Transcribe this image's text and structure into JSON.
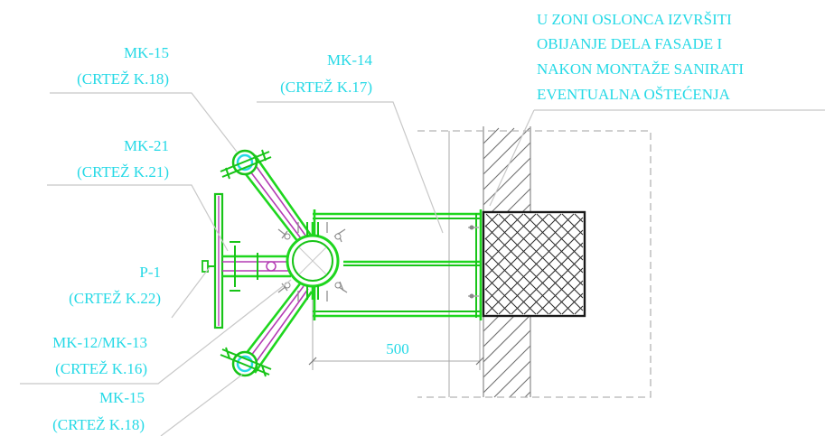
{
  "labels": {
    "note": [
      "U ZONI OSLONCA IZVRŠITI",
      "OBIJANJE DELA FASADE I",
      "NAKON MONTAŽE SANIRATI",
      "EVENTUALNA OŠTEĆENJA"
    ],
    "mk15_top": [
      "MK-15",
      "(CRTEŽ K.18)"
    ],
    "mk14": [
      "MK-14",
      "(CRTEŽ K.17)"
    ],
    "mk21": [
      "MK-21",
      "(CRTEŽ K.21)"
    ],
    "p1": [
      "P-1",
      "(CRTEŽ K.22)"
    ],
    "mk12": [
      "MK-12/MK-13",
      "(CRTEŽ K.16)"
    ],
    "mk15_bottom": [
      "MK-15",
      "(CRTEŽ K.18)"
    ]
  },
  "dimension": {
    "value": "500"
  },
  "colors": {
    "label_text": "#25d9e6",
    "steel_member": "#1ed61e",
    "bracing": "#b43cb4",
    "leader_line": "#c8c8c8",
    "hatch": "#707070"
  }
}
